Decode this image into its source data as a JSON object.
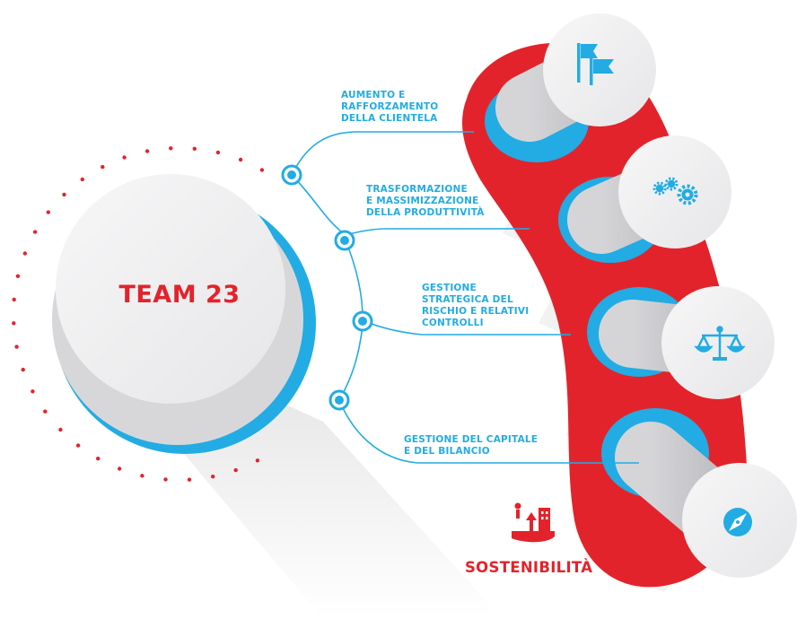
{
  "hub": {
    "title": "TEAM 23"
  },
  "pillars": [
    {
      "lines": [
        "AUMENTO E",
        "RAFFORZAMENTO",
        "DELLA CLIENTELA"
      ],
      "icon": "flags-icon"
    },
    {
      "lines": [
        "TRASFORMAZIONE",
        "E MASSIMIZZAZIONE",
        "DELLA PRODUTTIVITÀ"
      ],
      "icon": "gears-icon"
    },
    {
      "lines": [
        "GESTIONE",
        "STRATEGICA DEL",
        "RISCHIO E RELATIVI",
        "CONTROLLI"
      ],
      "icon": "scales-icon"
    },
    {
      "lines": [
        "GESTIONE DEL CAPITALE",
        "E DEL BILANCIO"
      ],
      "icon": "compass-icon"
    }
  ],
  "sustainability": {
    "label": "SOSTENIBILITÀ",
    "icon": "sustainability-icon"
  },
  "colors": {
    "red": "#e3232b",
    "blue": "#22ace3",
    "grey": "#e8e8ea"
  }
}
